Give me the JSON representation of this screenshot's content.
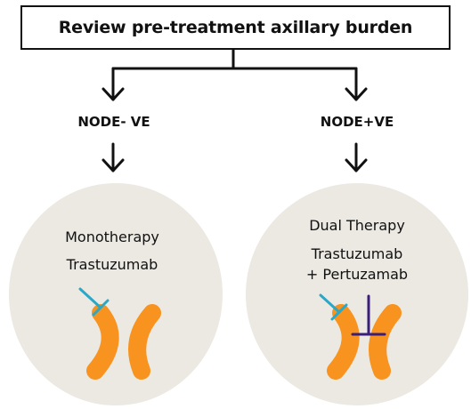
{
  "title": "Review pre-treatment axillary burden",
  "branches": {
    "left": {
      "label": "NODE- VE",
      "therapy_line1": "Monotherapy",
      "therapy_line2": "Trastuzumab"
    },
    "right": {
      "label": "NODE+VE",
      "therapy_line1": "Dual Therapy",
      "therapy_line2": "Trastuzumab",
      "therapy_line3": "+ Pertuzamab"
    }
  },
  "colors": {
    "arrow": "#111111",
    "circle_fill": "#ece9e3",
    "receptor": "#f7931e",
    "trastuzumab": "#29a8c7",
    "pertuzumab": "#3a1f7a"
  }
}
